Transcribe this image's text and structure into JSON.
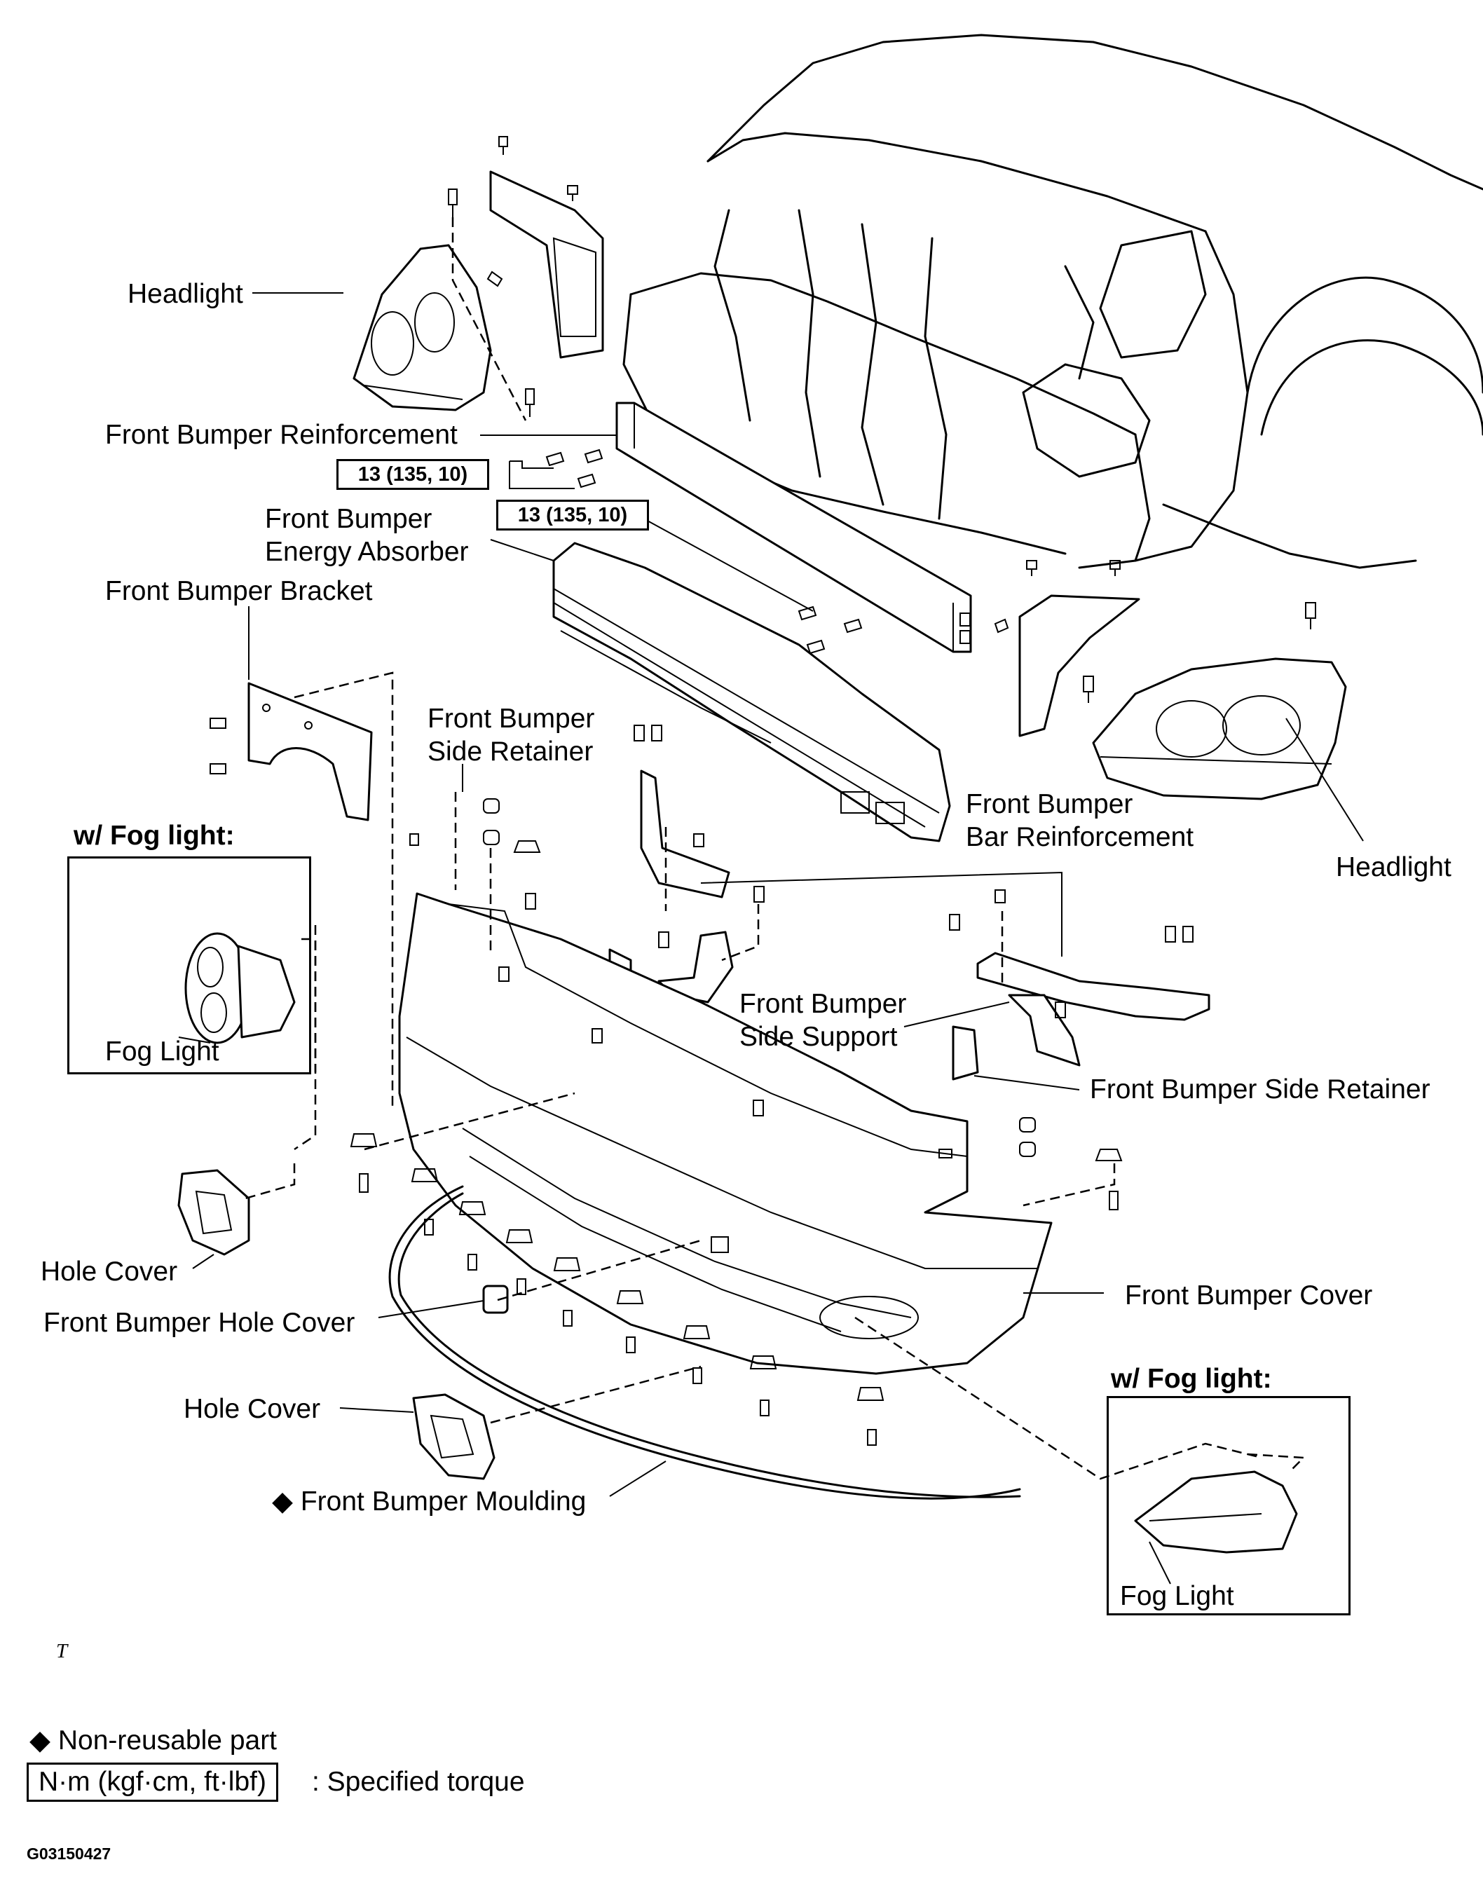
{
  "labels": {
    "headlight_left": "Headlight",
    "headlight_right": "Headlight",
    "reinforcement": "Front Bumper Reinforcement",
    "energy_absorber_1": "Front Bumper",
    "energy_absorber_2": "Energy Absorber",
    "bracket": "Front Bumper Bracket",
    "side_retainer_1": "Front Bumper",
    "side_retainer_2": "Side Retainer",
    "bar_reinf_1": "Front Bumper",
    "bar_reinf_2": "Bar Reinforcement",
    "side_support_1": "Front Bumper",
    "side_support_2": "Side Support",
    "side_retainer_right": "Front Bumper Side Retainer",
    "bumper_cover": "Front Bumper Cover",
    "hole_cover_left": "Hole Cover",
    "hole_cover_lower": "Hole Cover",
    "front_bumper_hole_cover": "Front Bumper Hole Cover",
    "bumper_moulding": "Front Bumper Moulding",
    "diamond": "◆"
  },
  "torque": {
    "box1": "13 (135, 10)",
    "box2": "13 (135, 10)"
  },
  "insets": {
    "left_heading": "w/ Fog light:",
    "left_caption": "Fog Light",
    "right_heading": "w/ Fog light:",
    "right_caption": "Fog Light"
  },
  "legend": {
    "diamond": "◆",
    "nonreusable": "Non-reusable part",
    "unit_box": "N·m (kgf·cm, ft·lbf)",
    "specified": ": Specified torque"
  },
  "mark_t": "T",
  "figure_id": "G03150427"
}
